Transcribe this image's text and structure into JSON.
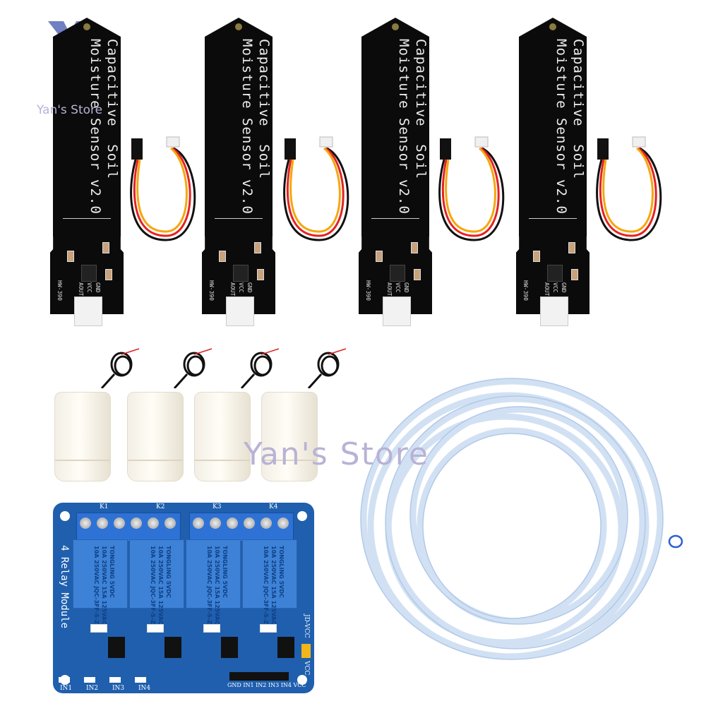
{
  "watermark": {
    "text": "Yan's Store",
    "color": "#b9b2d6"
  },
  "sensors": [
    {
      "line1": "Capacitive  Soil",
      "line2": "Moisture Sensor v2.0",
      "pins": [
        "AOUT",
        "VCC",
        "GND"
      ],
      "board_label": "HW-390"
    },
    {
      "line1": "Capacitive  Soil",
      "line2": "Moisture Sensor v2.0",
      "pins": [
        "AOUT",
        "VCC",
        "GND"
      ],
      "board_label": "HW-390"
    },
    {
      "line1": "Capacitive  Soil",
      "line2": "Moisture Sensor v2.0",
      "pins": [
        "AOUT",
        "VCC",
        "GND"
      ],
      "board_label": "HW-390"
    },
    {
      "line1": "Capacitive  Soil",
      "line2": "Moisture Sensor v2.0",
      "pins": [
        "AOUT",
        "VCC",
        "GND"
      ],
      "board_label": "HW-390"
    }
  ],
  "relay_module": {
    "title": "4 Relay Module",
    "channels": [
      "K1",
      "K2",
      "K3",
      "K4"
    ],
    "relay_text": {
      "brand": "TONGLING",
      "voltage": "5VDC",
      "rating1": "10A 250VAC",
      "rating2": "15A 125VAC",
      "rating3": "10A 250VAC",
      "model": "JQC-3FF-S-Z"
    },
    "inputs": [
      "IN1",
      "IN2",
      "IN3",
      "IN4"
    ],
    "header_pins": "GND IN1 IN2 IN3 IN4 VCC",
    "jumper_top": "JD-VCC",
    "jumper_bottom": "VCC",
    "board_color": "#1f5fae"
  },
  "colors": {
    "pcb_black": "#0b0b0b",
    "tube": "#c9dcf2",
    "pump": "#f3efe6"
  }
}
